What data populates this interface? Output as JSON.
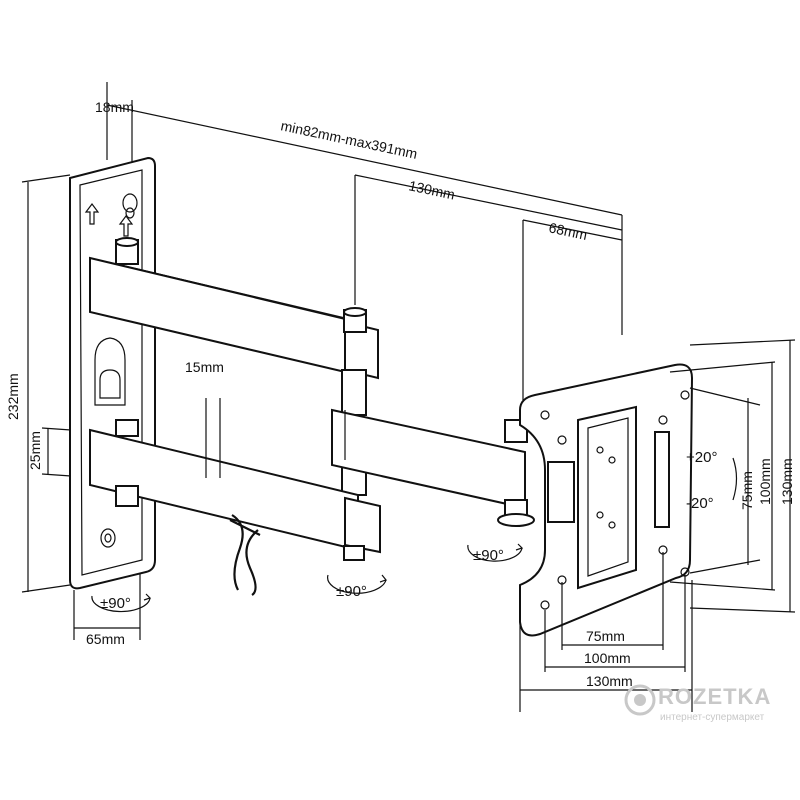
{
  "dimensions": {
    "depth_min_max": "min82mm-max391mm",
    "plate_offset": "18mm",
    "arm_span": "130mm",
    "plate_depth": "68mm",
    "plate_height": "232mm",
    "arm_gap": "15mm",
    "arm_height": "25mm",
    "plate_width": "65mm",
    "vesa_h_small": "75mm",
    "vesa_h_medium": "100mm",
    "vesa_h_large": "130mm",
    "vesa_v_small": "75mm",
    "vesa_v_medium": "100mm",
    "vesa_v_large": "130mm"
  },
  "rotations": {
    "wall_swivel": "±90°",
    "arm_swivel": "±90°",
    "head_swivel": "±90°",
    "tilt_up": "+20°",
    "tilt_down": "-20°"
  },
  "watermark": {
    "brand": "ROZETKA",
    "tagline": "интернет-супермаркет"
  }
}
